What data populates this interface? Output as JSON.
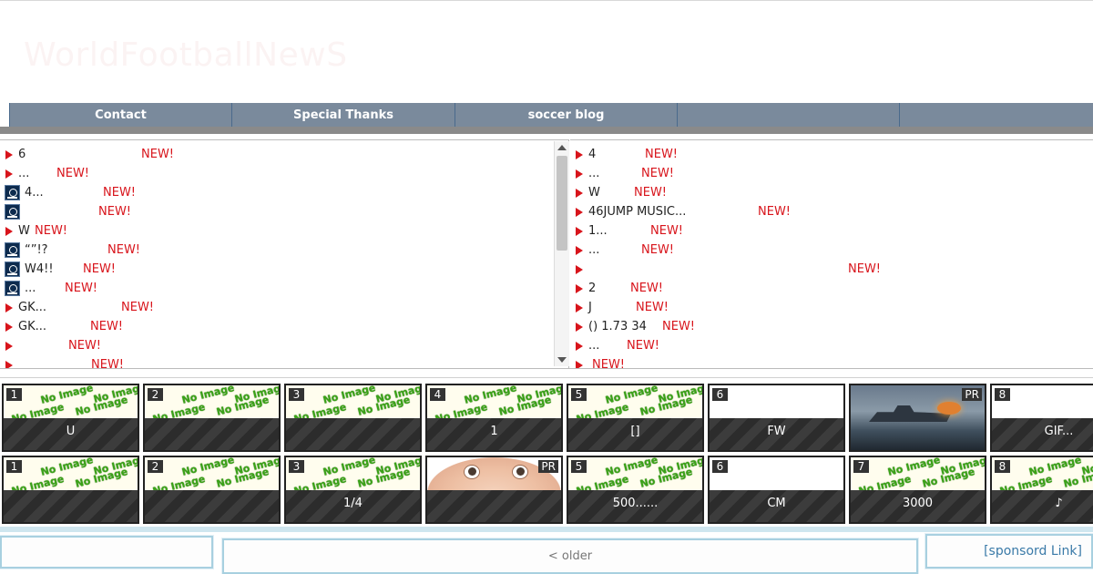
{
  "site": {
    "title": "WorldFootballNewS"
  },
  "nav": {
    "items": [
      "Contact",
      "Special Thanks",
      "soccer blog",
      "",
      ""
    ]
  },
  "left_list": [
    {
      "icon": "triangle-icon",
      "text": "6",
      "new": "NEW!"
    },
    {
      "icon": "triangle-icon",
      "text": "...",
      "new": "NEW!"
    },
    {
      "icon": "site-logo-icon",
      "text": "4...",
      "new": "NEW!"
    },
    {
      "icon": "site-logo-icon",
      "text": "",
      "new": "NEW!"
    },
    {
      "icon": "triangle-icon",
      "text": "W",
      "new": "NEW!"
    },
    {
      "icon": "site-logo-icon",
      "text": "“”!?",
      "new": "NEW!"
    },
    {
      "icon": "site-logo-icon",
      "text": "W4!!",
      "new": "NEW!"
    },
    {
      "icon": "site-logo-icon",
      "text": "...",
      "new": "NEW!"
    },
    {
      "icon": "triangle-icon",
      "text": "GK...",
      "new": "NEW!"
    },
    {
      "icon": "triangle-icon",
      "text": "GK...",
      "new": "NEW!"
    },
    {
      "icon": "triangle-icon",
      "text": "",
      "new": "NEW!"
    },
    {
      "icon": "triangle-icon",
      "text": "",
      "new": "NEW!"
    }
  ],
  "right_list": [
    {
      "icon": "triangle-icon",
      "text": "4",
      "new": "NEW!"
    },
    {
      "icon": "triangle-icon",
      "text": "...",
      "new": "NEW!"
    },
    {
      "icon": "triangle-icon",
      "text": "W",
      "new": "NEW!"
    },
    {
      "icon": "triangle-icon",
      "text": "46JUMP MUSIC...",
      "new": "NEW!"
    },
    {
      "icon": "triangle-icon",
      "text": "1...",
      "new": "NEW!"
    },
    {
      "icon": "triangle-icon",
      "text": "...",
      "new": "NEW!"
    },
    {
      "icon": "triangle-icon",
      "text": "",
      "new": "NEW!"
    },
    {
      "icon": "triangle-icon",
      "text": "2",
      "new": "NEW!"
    },
    {
      "icon": "triangle-icon",
      "text": "J",
      "new": "NEW!"
    },
    {
      "icon": "triangle-icon",
      "text": "() 1.73 34",
      "new": "NEW!"
    },
    {
      "icon": "triangle-icon",
      "text": "...",
      "new": "NEW!"
    },
    {
      "icon": "triangle-icon",
      "text": "",
      "new": "NEW!"
    }
  ],
  "tiles_row1": [
    {
      "badge": "1",
      "caption": "U",
      "image": "no-image"
    },
    {
      "badge": "2",
      "caption": "",
      "image": "no-image"
    },
    {
      "badge": "3",
      "caption": "",
      "image": "no-image"
    },
    {
      "badge": "4",
      "caption": "1",
      "image": "no-image"
    },
    {
      "badge": "5",
      "caption": "[]",
      "image": "no-image"
    },
    {
      "badge": "6",
      "caption": "FW",
      "image": "blank"
    },
    {
      "badge": "PR",
      "caption": "",
      "image": "battleship"
    },
    {
      "badge": "8",
      "caption": "GIF...",
      "image": "blank"
    }
  ],
  "tiles_row2": [
    {
      "badge": "1",
      "caption": "",
      "image": "no-image"
    },
    {
      "badge": "2",
      "caption": "",
      "image": "no-image"
    },
    {
      "badge": "3",
      "caption": "1/4",
      "image": "no-image"
    },
    {
      "badge": "PR",
      "caption": "",
      "image": "baby"
    },
    {
      "badge": "5",
      "caption": "500......",
      "image": "no-image"
    },
    {
      "badge": "6",
      "caption": "CM",
      "image": "blank"
    },
    {
      "badge": "7",
      "caption": "3000",
      "image": "no-image"
    },
    {
      "badge": "8",
      "caption": "♪",
      "image": "no-image"
    }
  ],
  "no_image_text": "No Image",
  "footer": {
    "older_label": "< older",
    "sponsored_label": "[sponsord Link]"
  }
}
